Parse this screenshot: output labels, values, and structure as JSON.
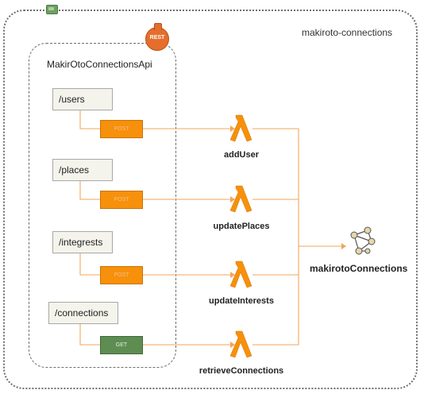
{
  "stack": {
    "name": "makiroto-connections"
  },
  "api": {
    "name": "MakirOtoConnectionsApi",
    "badge": "REST"
  },
  "resources": [
    {
      "path": "/users",
      "method": "POST",
      "function": "addUser"
    },
    {
      "path": "/places",
      "method": "POST",
      "function": "updatePlaces"
    },
    {
      "path": "/integrests",
      "method": "POST",
      "function": "updateInterests"
    },
    {
      "path": "/connections",
      "method": "GET",
      "function": "retrieveConnections"
    }
  ],
  "table": {
    "name": "makirotoConnections"
  },
  "colors": {
    "lambda": "#f7900a",
    "post": "#f7900a",
    "get": "#5e8d52",
    "line": "#f1a65a",
    "border": "#6e6e6e"
  }
}
